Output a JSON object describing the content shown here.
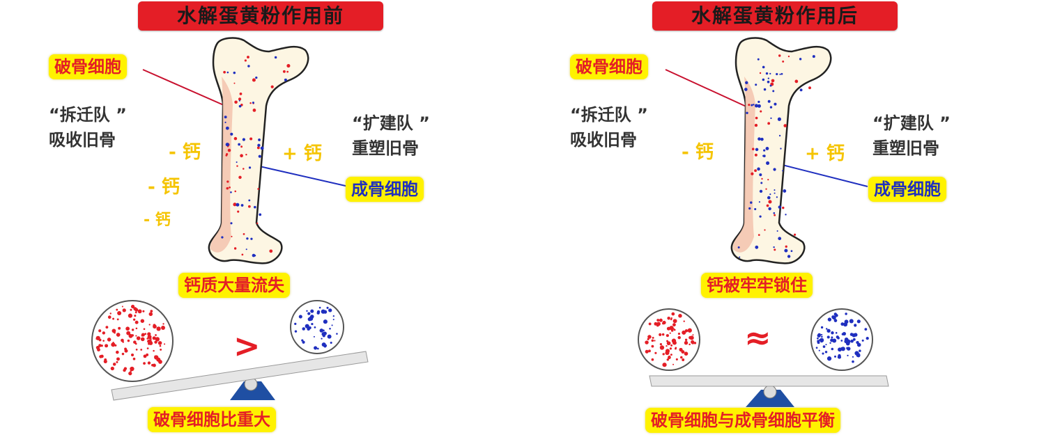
{
  "panels": [
    {
      "title": "水解蛋黄粉作用前",
      "osteoclast_label": "破骨细胞",
      "osteoblast_label": "成骨细胞",
      "demolition_quote": "“拆迁队 ”",
      "demolition_desc": "吸收旧骨",
      "builder_quote": "“扩建队 ”",
      "builder_desc": "重塑旧骨",
      "calcium_minus": [
        "- 钙",
        "- 钙",
        "- 钙"
      ],
      "calcium_plus": "+ 钙",
      "result_label": "钙质大量流失",
      "comparison_symbol": ">",
      "balance_label": "破骨细胞比重大"
    },
    {
      "title": "水解蛋黄粉作用后",
      "osteoclast_label": "破骨细胞",
      "osteoblast_label": "成骨细胞",
      "demolition_quote": "“拆迁队 ”",
      "demolition_desc": "吸收旧骨",
      "builder_quote": "“扩建队 ”",
      "builder_desc": "重塑旧骨",
      "calcium_minus": [
        "- 钙"
      ],
      "calcium_plus": "+ 钙",
      "result_label": "钙被牢牢锁住",
      "comparison_symbol": "≈",
      "balance_label": "破骨细胞与成骨细胞平衡"
    }
  ],
  "colors": {
    "banner": "#e41e26",
    "label_bg": "#fff200",
    "osteoclast": "#e41e26",
    "osteoblast": "#1f2fbf",
    "calcium": "#f5c400"
  },
  "icons": [
    "bone-icon",
    "osteoclast-circle-icon",
    "osteoblast-circle-icon",
    "seesaw-icon"
  ]
}
